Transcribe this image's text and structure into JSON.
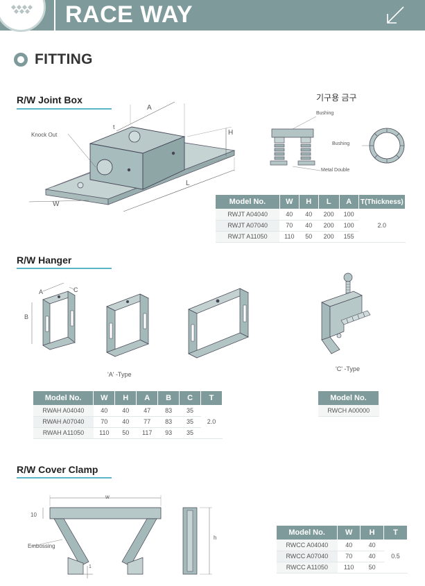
{
  "header": {
    "title": "RACE WAY"
  },
  "section": {
    "title": "FITTING"
  },
  "joint_box": {
    "title": "R/W Joint Box",
    "labels": {
      "knock_out": "Knock Out",
      "t": "t",
      "a": "A",
      "h": "H",
      "l": "L",
      "w": "W"
    },
    "kor_title": "기구용 금구",
    "part_labels": {
      "bushing_top": "Bushing",
      "bushing_right": "Bushing",
      "metal_double": "Metal Double"
    },
    "table": {
      "headers": [
        "Model No.",
        "W",
        "H",
        "L",
        "A",
        "T(Thickness)"
      ],
      "rows": [
        [
          "RWJT A04040",
          "40",
          "40",
          "200",
          "100"
        ],
        [
          "RWJT A07040",
          "70",
          "40",
          "200",
          "100"
        ],
        [
          "RWJT A11050",
          "110",
          "50",
          "200",
          "155"
        ]
      ],
      "t_value": "2.0"
    }
  },
  "hanger": {
    "title": "R/W Hanger",
    "labels": {
      "a": "A",
      "b": "B",
      "c": "C"
    },
    "a_type": "'A' -Type",
    "c_type": "'C' -Type",
    "table_a": {
      "headers": [
        "Model No.",
        "W",
        "H",
        "A",
        "B",
        "C",
        "T"
      ],
      "rows": [
        [
          "RWAH A04040",
          "40",
          "40",
          "47",
          "83",
          "35"
        ],
        [
          "RWAH A07040",
          "70",
          "40",
          "77",
          "83",
          "35"
        ],
        [
          "RWAH A11050",
          "110",
          "50",
          "117",
          "93",
          "35"
        ]
      ],
      "t_value": "2.0"
    },
    "table_c": {
      "headers": [
        "Model No."
      ],
      "rows": [
        [
          "RWCH A00000"
        ]
      ]
    }
  },
  "cover_clamp": {
    "title": "R/W Cover Clamp",
    "labels": {
      "w": "w",
      "ten": "10",
      "embossing": "Embossing",
      "h": "h",
      "one": "1"
    },
    "table": {
      "headers": [
        "Model No.",
        "W",
        "H",
        "T"
      ],
      "rows": [
        [
          "RWCC A04040",
          "40",
          "40"
        ],
        [
          "RWCC A07040",
          "70",
          "40"
        ],
        [
          "RWCC A11050",
          "110",
          "50"
        ]
      ],
      "t_value": "0.5"
    }
  },
  "colors": {
    "header": "#7e9a9a",
    "accent_line": "#5bb5c9",
    "metal": "#9fb3b3"
  }
}
